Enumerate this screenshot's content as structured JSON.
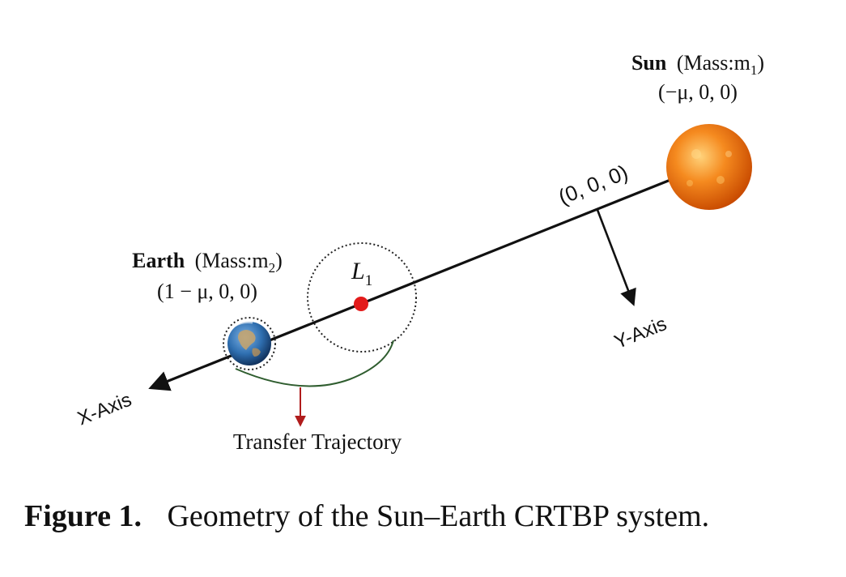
{
  "sun": {
    "name": "Sun",
    "mass_label": "(Mass:m",
    "mass_sub": "1",
    "close": ")",
    "coords": "(−μ, 0, 0)"
  },
  "earth": {
    "name": "Earth",
    "mass_label": "(Mass:m",
    "mass_sub": "2",
    "close": ")",
    "coords": "(1 − μ, 0, 0)"
  },
  "origin": {
    "label": "(0, 0, 0)"
  },
  "l1": {
    "label": "L",
    "sub": "1"
  },
  "axes": {
    "x": "X-Axis",
    "y": "Y-Axis"
  },
  "trajectory": {
    "label": "Transfer Trajectory"
  },
  "caption": {
    "number": "Figure 1.",
    "text": "Geometry of the Sun–Earth CRTBP system."
  },
  "colors": {
    "sun_core": "#ffb347",
    "sun_mid": "#f07a10",
    "sun_edge": "#c84a00",
    "earth_ocean": "#2f6fb0",
    "earth_land": "#c9a46a",
    "l1_point": "#e31b1b",
    "trajectory": "#2f5d2f",
    "pointer": "#b01c1c",
    "axis": "#111111"
  }
}
